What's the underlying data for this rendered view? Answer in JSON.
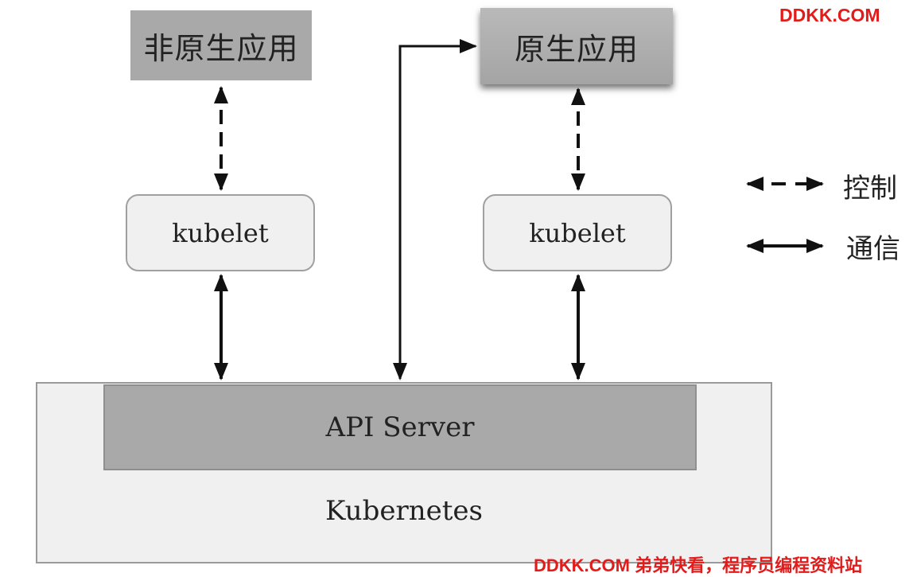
{
  "nodes": {
    "non_native_app": "非原生应用",
    "native_app": "原生应用",
    "kubelet_left": "kubelet",
    "kubelet_right": "kubelet",
    "api_server": "API Server",
    "kubernetes": "Kubernetes"
  },
  "legend": {
    "control": "控制",
    "communication": "通信"
  },
  "watermark": {
    "top": "DDKK.COM",
    "bottom": "DDKK.COM 弟弟快看，程序员编程资料站"
  },
  "colors": {
    "box_gray": "#a9a9a9",
    "box_light": "#f0f0f0",
    "border": "#9a9a9a",
    "arrow": "#111111",
    "watermark": "#e21b1b"
  }
}
